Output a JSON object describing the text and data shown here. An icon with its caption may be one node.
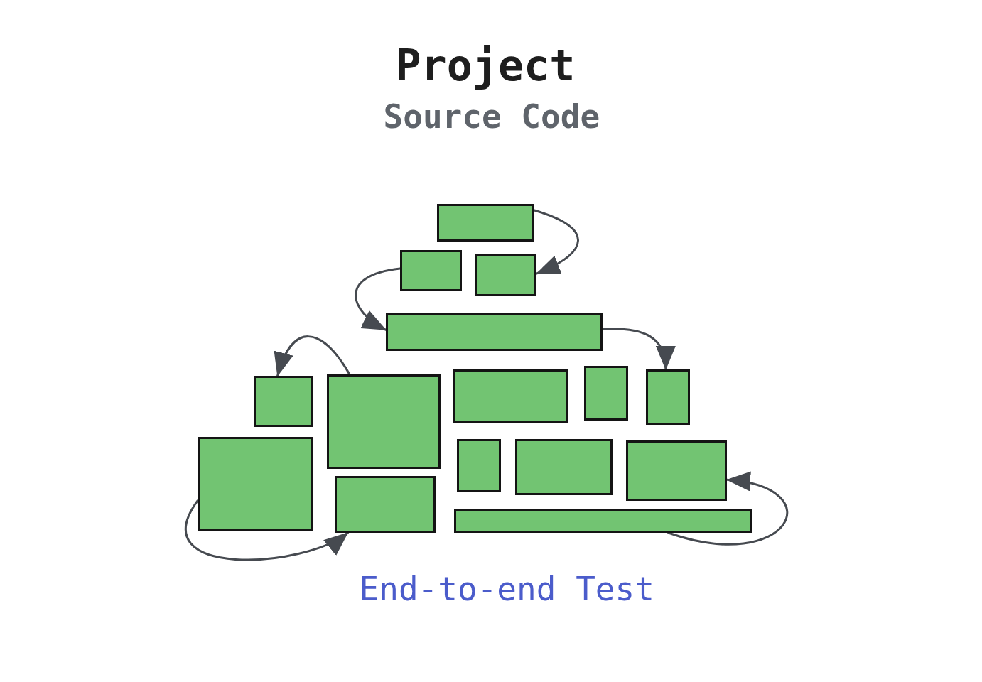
{
  "diagram": {
    "title": "Project",
    "nodes": [
      {
        "text": [],
        "shape": "box"
      },
      {
        "text": [],
        "shape": "box"
      },
      {
        "text": [],
        "shape": "box"
      },
      {
        "text": [],
        "shape": "box"
      },
      {
        "text": [],
        "shape": "box"
      },
      {
        "text": [],
        "shape": "box"
      },
      {
        "text": [],
        "shape": "box"
      },
      {
        "text": [],
        "shape": "box"
      },
      {
        "text": [],
        "shape": "box"
      },
      {
        "text": [],
        "shape": "box"
      },
      {
        "text": [],
        "shape": "box"
      },
      {
        "text": [],
        "shape": "box"
      },
      {
        "text": [],
        "shape": "box"
      },
      {
        "text": [],
        "shape": "box"
      },
      {
        "text": [],
        "shape": "box"
      }
    ],
    "edges": [
      {
        "from": 0,
        "to": 2,
        "arrow": "to"
      },
      {
        "from": 1,
        "to": 3,
        "arrow": "to"
      },
      {
        "from": 3,
        "to": 8,
        "arrow": "to"
      },
      {
        "from": 5,
        "to": 4,
        "arrow": "to"
      },
      {
        "from": 9,
        "to": 10,
        "arrow": "to"
      },
      {
        "from": 14,
        "to": 13,
        "arrow": "to"
      }
    ],
    "labels": [
      "Source Code",
      "End-to-end Test"
    ]
  }
}
